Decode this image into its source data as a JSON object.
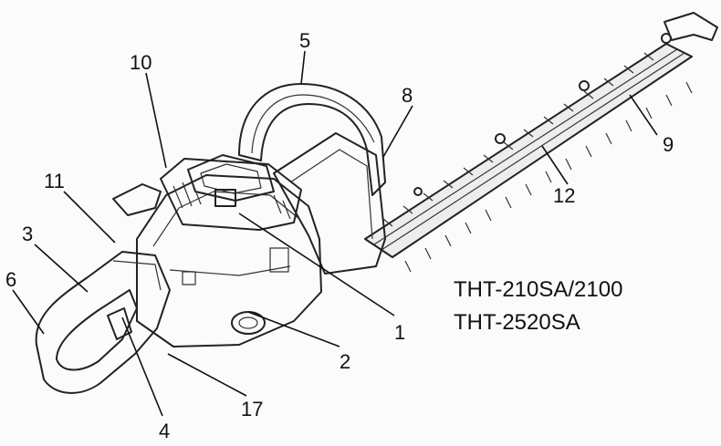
{
  "callouts": {
    "c1": "1",
    "c2": "2",
    "c3": "3",
    "c4": "4",
    "c5": "5",
    "c6": "6",
    "c8": "8",
    "c9": "9",
    "c10": "10",
    "c11": "11",
    "c12": "12",
    "c17": "17"
  },
  "models": {
    "line1": "THT-210SA/2100",
    "line2": "THT-2520SA"
  },
  "colors": {
    "ink": "#222222",
    "paper": "#fbfbfb"
  }
}
